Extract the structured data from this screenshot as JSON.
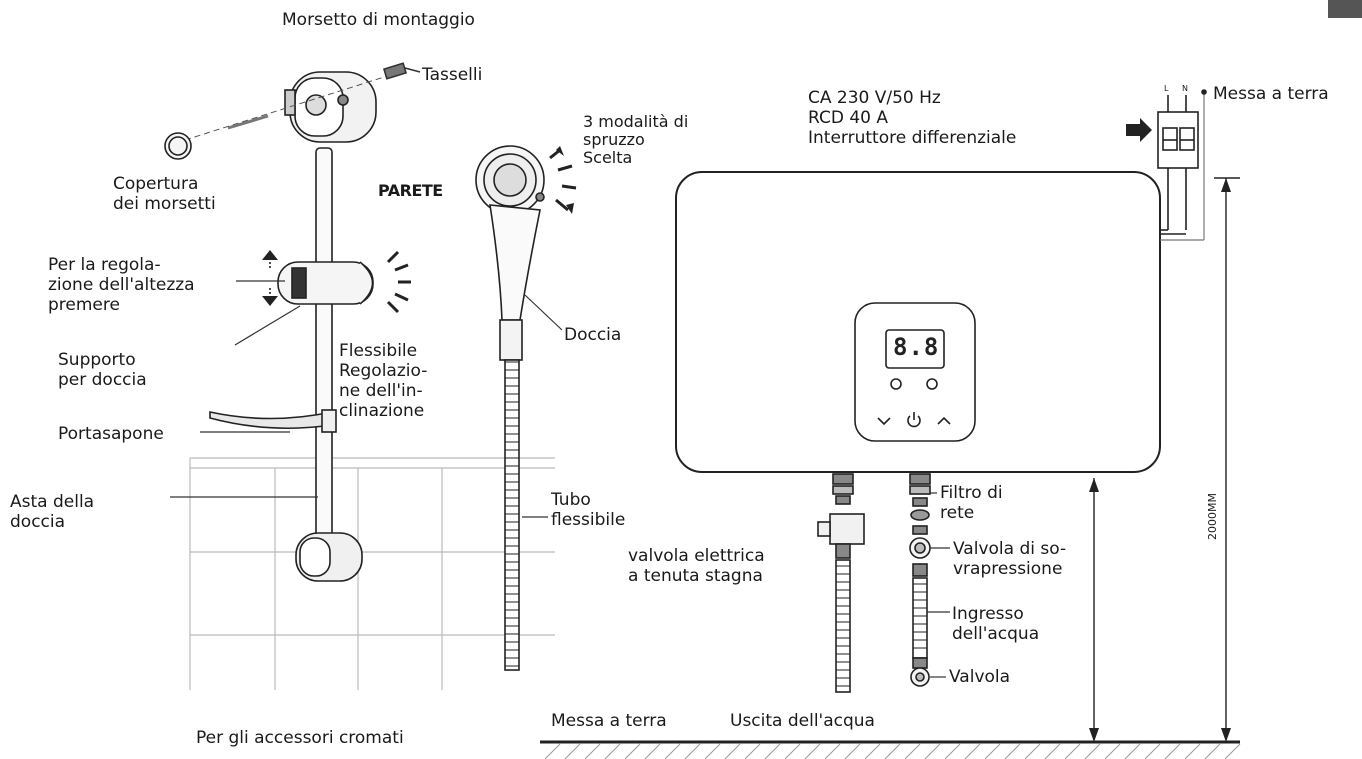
{
  "labels": {
    "mounting_clamp": "Morsetto di montaggio",
    "dowels": "Tasselli",
    "clamp_cover": "Copertura\ndei morsetti",
    "height_adjust": "Per la regola-\nzione dell'altezza\npremere",
    "shower_holder": "Supporto\nper doccia",
    "flexible_tilt": "Flessibile\nRegolazio-\nne dell'in-\nclinazione",
    "soap_dish": "Portasapone",
    "shower_rod": "Asta della\ndoccia",
    "chrome_accessories": "Per gli accessori cromati",
    "spray_modes": "3 modalità di\nspruzzo\nScelta",
    "wall": "PARETE",
    "shower": "Doccia",
    "hose": "Tubo\nflessibile",
    "power_spec": "CA 230 V/50 Hz\nRCD 40 A\nInterruttore differenziale",
    "earth_top": "Messa a terra",
    "mesh_filter": "Filtro di\nrete",
    "overpressure_valve": "Valvola di so-\nvrapressione",
    "water_inlet": "Ingresso\ndell'acqua",
    "valve": "Valvola",
    "solenoid_valve": "valvola elettrica\na tenuta stagna",
    "earth_bottom": "Messa a terra",
    "water_outlet": "Uscita dell'acqua",
    "height_dim": "2000MM",
    "breaker_l": "L",
    "breaker_n": "N"
  },
  "display": {
    "digits": "8.8"
  },
  "icons": {
    "down": "chevron-down-icon",
    "power": "power-icon",
    "up": "chevron-up-icon"
  }
}
